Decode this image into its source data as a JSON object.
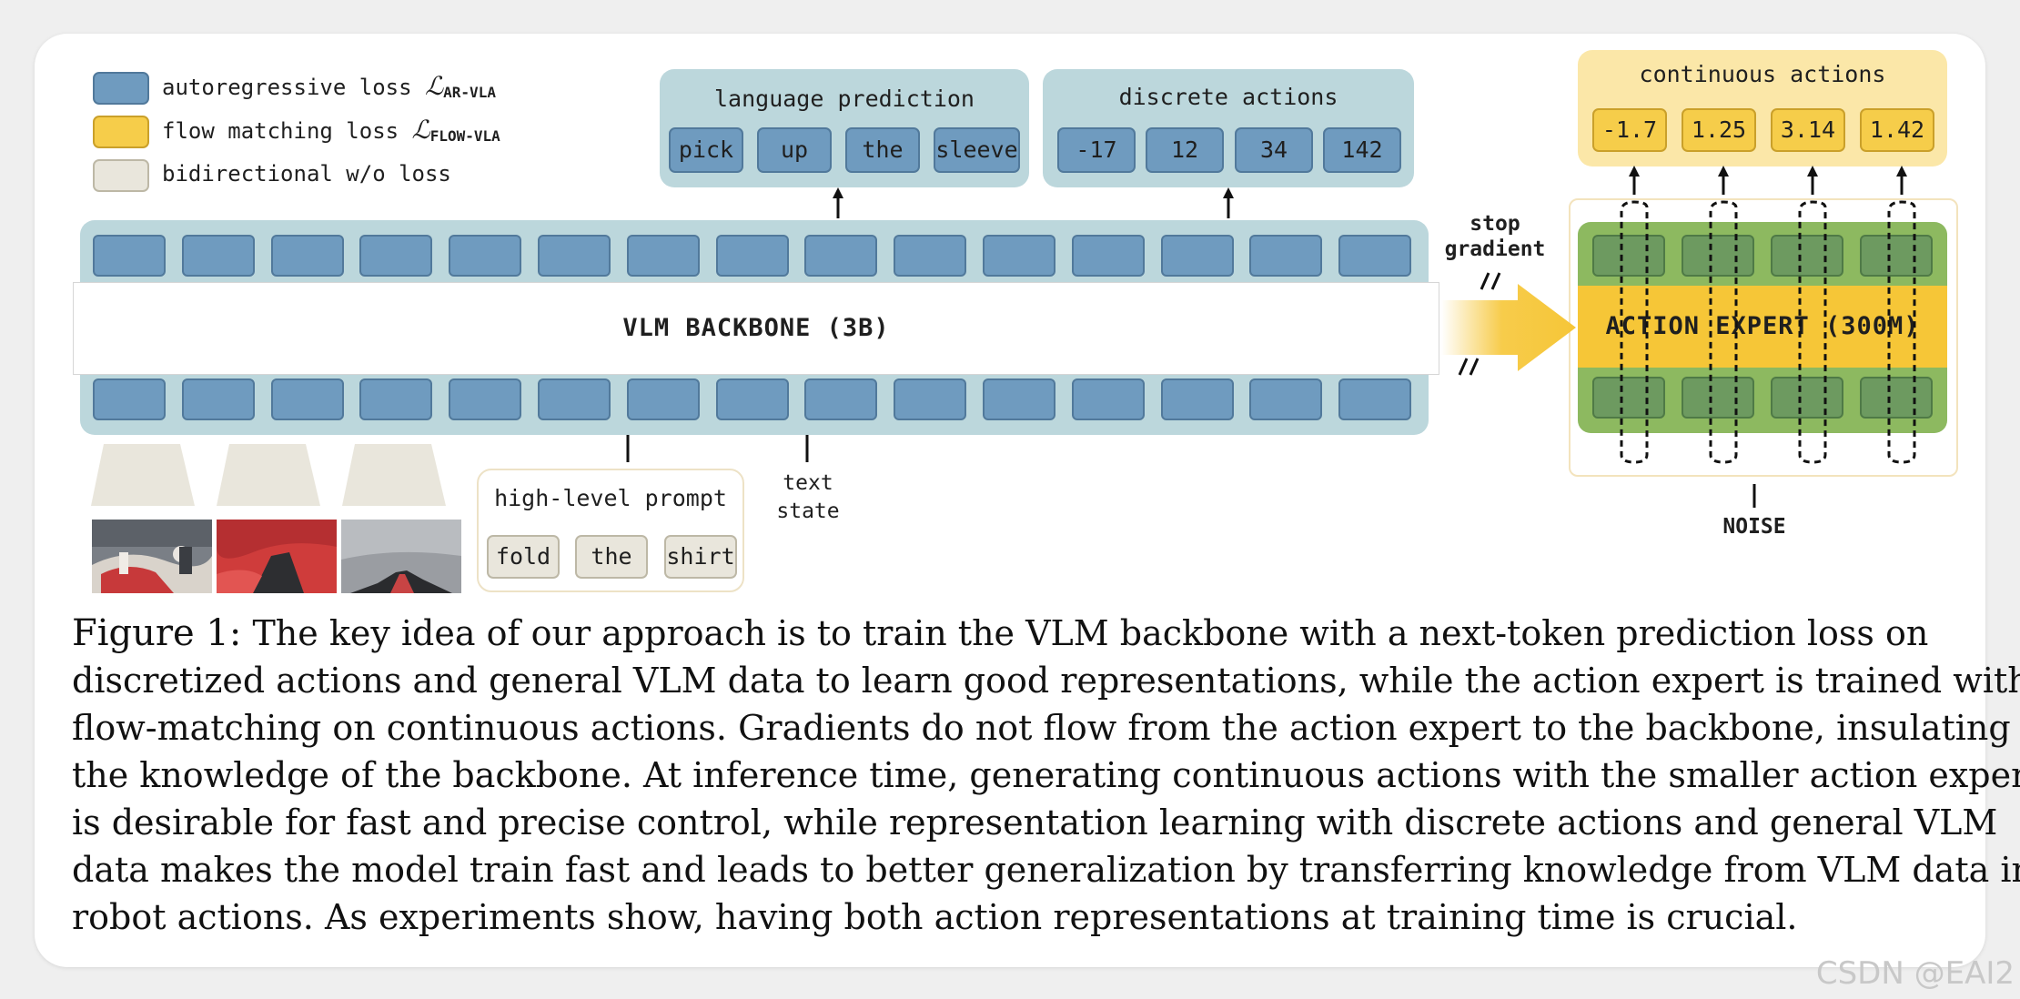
{
  "legend": {
    "items": [
      {
        "text": "autoregressive loss ",
        "loss_symbol": "ℒ",
        "loss_sub": "AR-VLA",
        "color": "#6f9bbf"
      },
      {
        "text": "flow matching loss ",
        "loss_symbol": "ℒ",
        "loss_sub": "FLOW-VLA",
        "color": "#f6cd4a"
      },
      {
        "text": "bidirectional w/o loss",
        "loss_symbol": "",
        "loss_sub": "",
        "color": "#e9e6dc"
      }
    ]
  },
  "language_prediction": {
    "title": "language prediction",
    "tokens": [
      "pick",
      "up",
      "the",
      "sleeve"
    ]
  },
  "discrete_actions": {
    "title": "discrete actions",
    "tokens": [
      "-17",
      "12",
      "34",
      "142"
    ]
  },
  "continuous_actions": {
    "title": "continuous actions",
    "tokens": [
      "-1.7",
      "1.25",
      "3.14",
      "1.42"
    ]
  },
  "backbone": {
    "label": "VLM BACKBONE (3B)"
  },
  "stop_gradient": {
    "line1": "stop",
    "line2": "gradient"
  },
  "action_expert": {
    "label": "ACTION EXPERT (300M)"
  },
  "noise_label": "NOISE",
  "high_level_prompt": {
    "title": "high-level prompt",
    "tokens": [
      "fold",
      "the",
      "shirt"
    ]
  },
  "text_state": {
    "line1": "text",
    "line2": "state"
  },
  "caption": {
    "label": "Figure 1:",
    "lines": [
      " The key idea of our approach is to train the VLM backbone with a next-token prediction loss on",
      "discretized actions and general VLM data to learn good representations, while the action expert is trained with",
      "flow-matching on continuous actions. Gradients do not flow from the action expert to the backbone, insulating",
      "the knowledge of the backbone. At inference time, generating continuous actions with the smaller action expert",
      "is desirable for fast and precise control, while representation learning with discrete actions and general VLM",
      "data makes the model train fast and leads to better generalization by transferring knowledge from VLM data into",
      "robot actions. As experiments show, having both action representations at training time is crucial."
    ]
  },
  "watermark": "CSDN @EAI2",
  "colors": {
    "token_blue": "#6f9bbf",
    "token_yellow": "#f6cd4a",
    "token_beige": "#e9e6dc",
    "panel_teal": "#bcd7dc",
    "panel_yellow": "#fbe7a8",
    "expert_green": "#8db960",
    "expert_band": "#f6c637"
  }
}
